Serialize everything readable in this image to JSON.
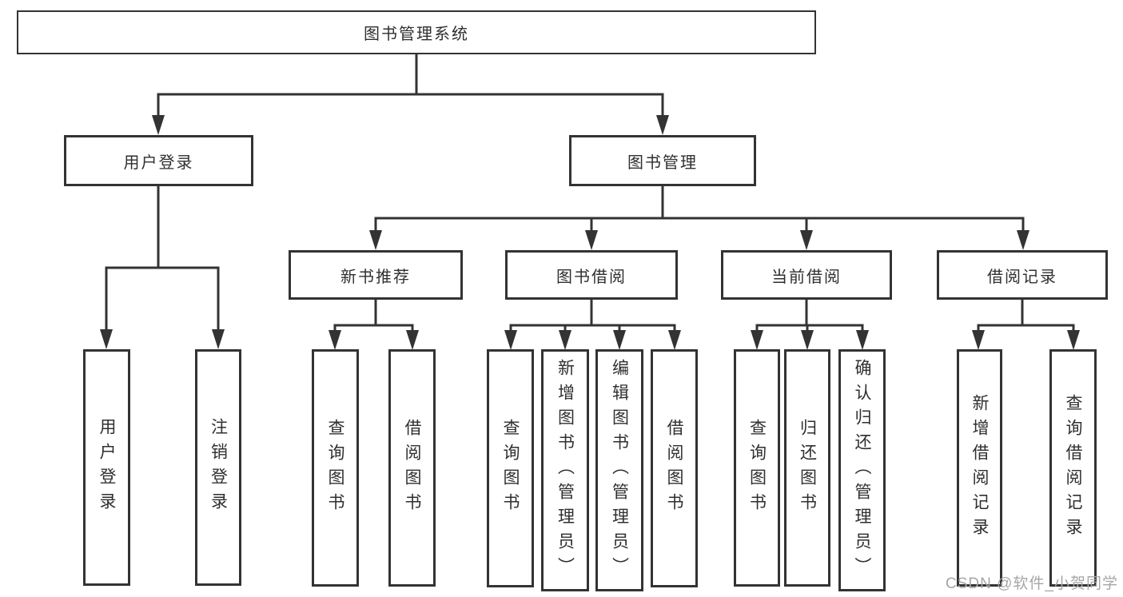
{
  "tree": {
    "label": "图书管理系统",
    "children": [
      {
        "label": "用户登录",
        "children": [
          {
            "label": "用户登录"
          },
          {
            "label": "注销登录"
          }
        ]
      },
      {
        "label": "图书管理",
        "children": [
          {
            "label": "新书推荐",
            "children": [
              {
                "label": "查询图书"
              },
              {
                "label": "借阅图书"
              }
            ]
          },
          {
            "label": "图书借阅",
            "children": [
              {
                "label": "查询图书"
              },
              {
                "label": "新增图书（管理员）"
              },
              {
                "label": "编辑图书（管理员）"
              },
              {
                "label": "借阅图书"
              }
            ]
          },
          {
            "label": "当前借阅",
            "children": [
              {
                "label": "查询图书"
              },
              {
                "label": "归还图书"
              },
              {
                "label": "确认归还（管理员）"
              }
            ]
          },
          {
            "label": "借阅记录",
            "children": [
              {
                "label": "新增借阅记录"
              },
              {
                "label": "查询借阅记录"
              }
            ]
          }
        ]
      }
    ]
  },
  "watermark": {
    "text": "CSDN @软件_小贺同学"
  },
  "colors": {
    "line": "#333333",
    "box_border": "#333333",
    "box_fill": "#ffffff",
    "text": "#2f2f2f",
    "watermark": "#a6a6a6",
    "background": "#ffffff"
  }
}
